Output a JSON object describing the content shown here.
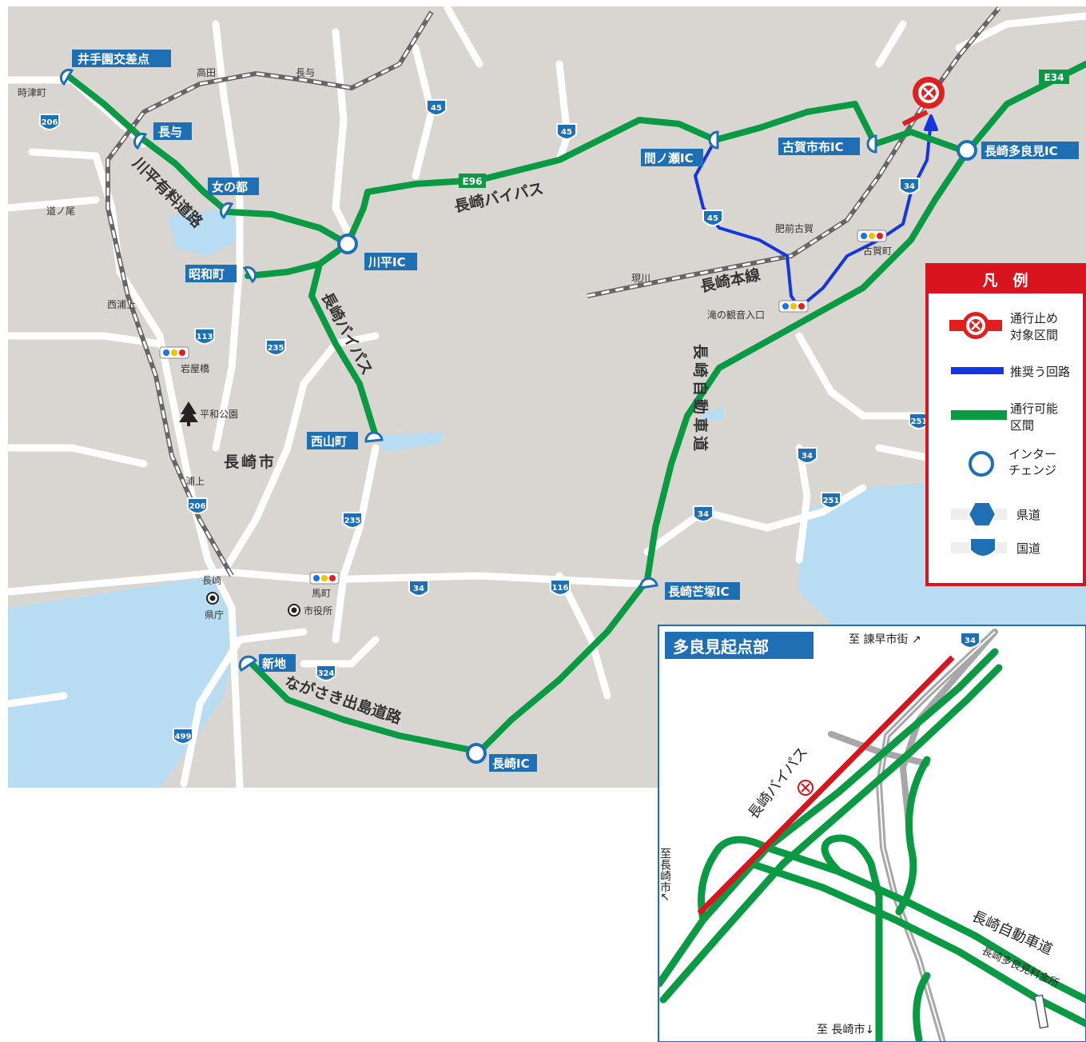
{
  "colors": {
    "land": "#d9d6d2",
    "water": "#b8dcf2",
    "minor_road": "#ffffff",
    "open_route": "#0a9a43",
    "recommended_route": "#1436e0",
    "closed_section": "#e02020",
    "interchange_ring": "#1f6fb5",
    "label_box": "#1f6fb5",
    "legend_frame": "#d8141e"
  },
  "interchanges": {
    "ideen": "井手園交差点",
    "nagayo": "長与",
    "onnanoto": "女の都",
    "showamachi": "昭和町",
    "kawahira": "川平IC",
    "nishiyamamachi": "西山町",
    "manose": "間ノ瀬IC",
    "kogaichinou": "古賀市布IC",
    "isahaya_tarami": "長崎多良見IC",
    "shibatsuka": "長崎芒塚IC",
    "shinchi": "新地",
    "nagasaki": "長崎IC"
  },
  "road_names": {
    "kawahira_toll": "川平有料道路",
    "bypass_main": "長崎バイパス",
    "bypass_branch": "長崎バイパス",
    "expressway": "長崎自動車道",
    "dejima": "ながさき出島道路",
    "main_line": "長崎本線"
  },
  "route_codes": {
    "e96": "E96",
    "e34": "E34"
  },
  "route_numbers": {
    "r206a": "206",
    "r45a": "45",
    "r45b": "45",
    "r45c": "45",
    "r113": "113",
    "r235a": "235",
    "r235b": "235",
    "r206b": "206",
    "r34a": "34",
    "r116": "116",
    "r34b": "34",
    "r34c": "34",
    "r34d": "34",
    "r251a": "251",
    "r251b": "251",
    "r324": "324",
    "r499": "499"
  },
  "places": {
    "tokitsu": "時津町",
    "takada": "高田",
    "nagayo_town": "長与",
    "michinoo": "道ノ尾",
    "nishiurakami": "西浦上",
    "iwayabashi": "岩屋橋",
    "heiwa_park": "平和公園",
    "city": "長崎市",
    "urakami": "浦上",
    "nagasaki_station": "長崎",
    "prefectural_office": "県庁",
    "umamachi": "馬町",
    "city_hall": "市役所",
    "utsutsugawa": "現川",
    "hizen_koga": "肥前古賀",
    "koga_town": "古賀町",
    "takinokannon": "滝の観音入口"
  },
  "legend": {
    "title": "凡　例",
    "closed_line1": "通行止め",
    "closed_line2": "対象区間",
    "recommended": "推奨う回路",
    "open_line1": "通行可能",
    "open_line2": "区間",
    "ic_line1": "インター",
    "ic_line2": "チェンジ",
    "pref_road": "県道",
    "national_road": "国道"
  },
  "inset": {
    "title": "多良見起点部",
    "to_isahaya": "至 諫早市街 ↗",
    "to_nagasaki_left": "至長崎市↙",
    "to_nagasaki_bottom": "至 長崎市↓",
    "bypass": "長崎バイパス",
    "expressway": "長崎自動車道",
    "toll_gate": "長崎多良見料金所",
    "route": "34"
  }
}
